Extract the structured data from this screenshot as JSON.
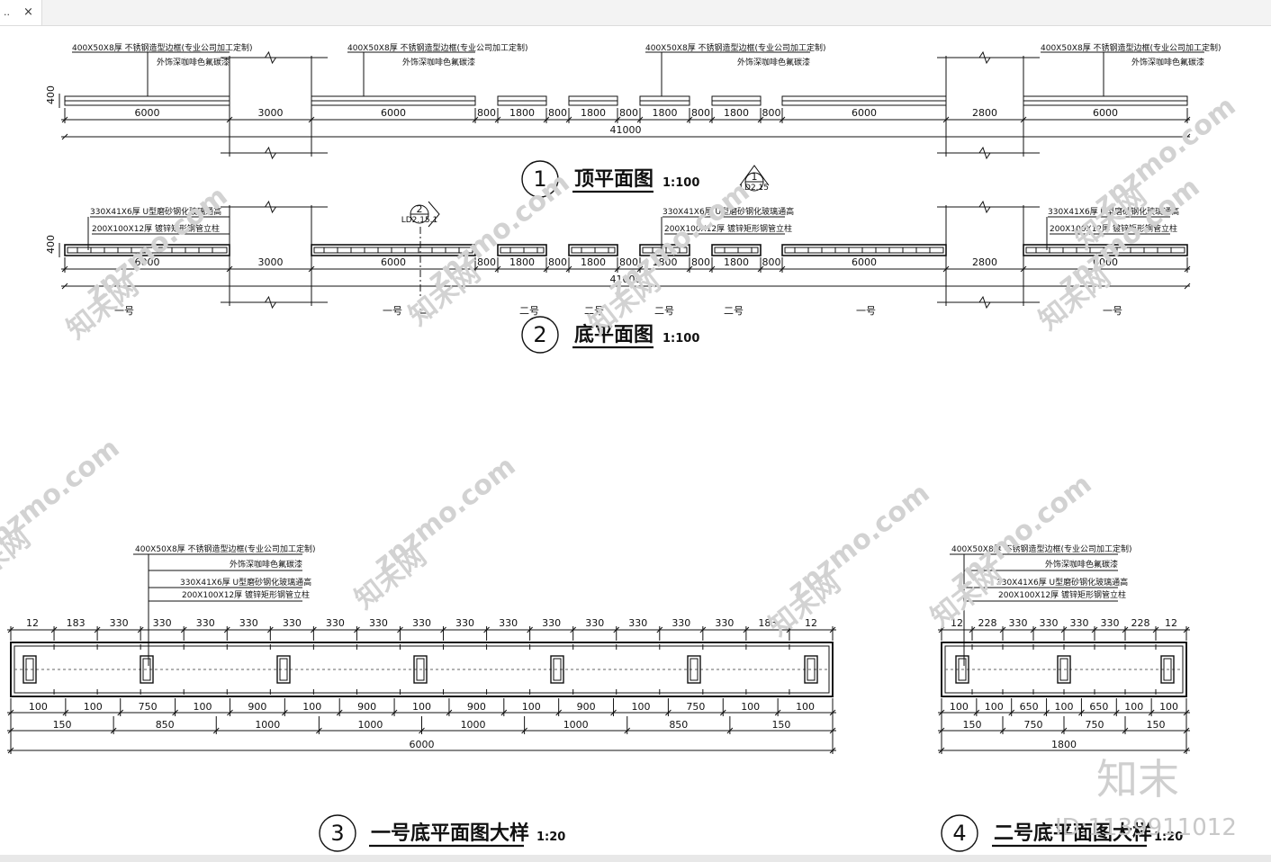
{
  "tab": {
    "label": "..",
    "close_glyph": "×"
  },
  "notes": {
    "frame": "400X50X8厚 不锈钢造型边框(专业公司加工定制)",
    "finish": "外饰深咖啡色氟碳漆",
    "glass": "330X41X6厚 U型磨砂钢化玻璃通高",
    "post": "200X100X12厚 镀锌矩形钢管立柱"
  },
  "views": {
    "v1": {
      "number": "1",
      "title": "顶平面图",
      "scale": "1:100"
    },
    "v2": {
      "number": "2",
      "title": "底平面图",
      "scale": "1:100"
    },
    "v3": {
      "number": "3",
      "title": "一号底平面图大样",
      "scale": "1:20"
    },
    "v4": {
      "number": "4",
      "title": "二号底平面图大样",
      "scale": "1:20"
    }
  },
  "section_markers": [
    {
      "number": "1",
      "ref": "LD2.15"
    },
    {
      "number": "2",
      "ref": "LD2.15.1"
    }
  ],
  "height_dim": "400",
  "plan_dims": [
    "6000",
    "3000",
    "6000",
    "800",
    "1800",
    "800",
    "1800",
    "800",
    "1800",
    "800",
    "1800",
    "800",
    "6000",
    "2800",
    "6000"
  ],
  "plan_total": "41000",
  "type_labels": [
    "一号",
    "一号",
    "二号",
    "二号",
    "二号",
    "二号",
    "一号",
    "一号"
  ],
  "d3": {
    "top": [
      "12",
      "183",
      "330",
      "330",
      "330",
      "330",
      "330",
      "330",
      "330",
      "330",
      "330",
      "330",
      "330",
      "330",
      "330",
      "330",
      "330",
      "183",
      "12"
    ],
    "row1": [
      "100",
      "100",
      "750",
      "100",
      "900",
      "100",
      "900",
      "100",
      "900",
      "100",
      "900",
      "100",
      "750",
      "100",
      "100"
    ],
    "row2": [
      "150",
      "850",
      "1000",
      "1000",
      "1000",
      "1000",
      "850",
      "150"
    ],
    "total": "6000"
  },
  "d4": {
    "top": [
      "12",
      "228",
      "330",
      "330",
      "330",
      "330",
      "228",
      "12"
    ],
    "row1": [
      "100",
      "100",
      "650",
      "100",
      "650",
      "100",
      "100"
    ],
    "row2": [
      "150",
      "750",
      "750",
      "150"
    ],
    "total": "1800"
  },
  "watermark": "znzmo.com",
  "watermark_cn": "知末网",
  "brand_logo": "知末",
  "image_id": "ID:1139911012"
}
